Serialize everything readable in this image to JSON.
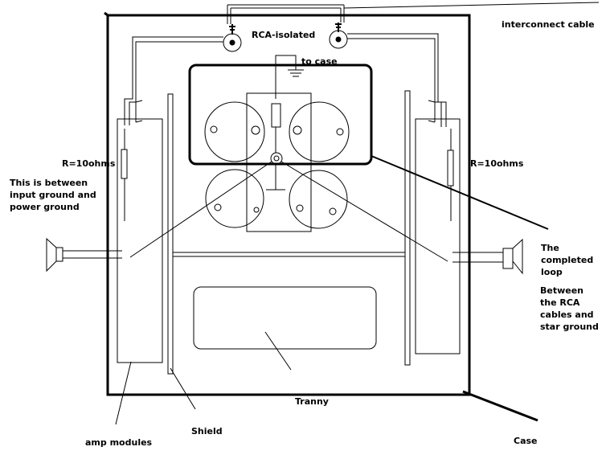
{
  "labels": {
    "interconnect_cable": "interconnect cable",
    "rca_isolated": "RCA-isolated",
    "to_case": "to case",
    "resistor_left": "R=10ohms",
    "resistor_right": "R=10ohms",
    "note_left": "This is between input ground and power ground",
    "completed_loop": "The completed loop",
    "between_rca": "Between the RCA cables and star ground",
    "tranny": "Tranny",
    "shield": "Shield",
    "amp_modules": "amp modules",
    "case": "Case"
  },
  "colors": {
    "ink": "#000000",
    "paper": "#ffffff"
  }
}
